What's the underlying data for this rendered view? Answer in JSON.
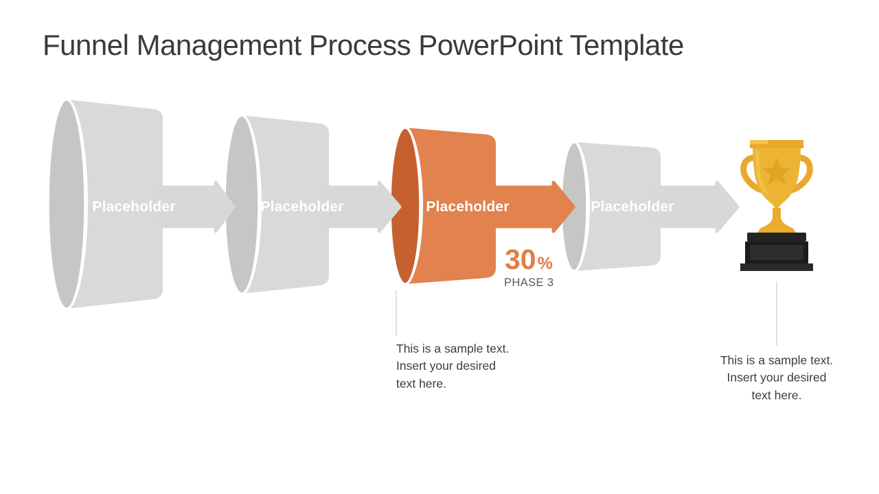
{
  "slide": {
    "title": "Funnel Management Process PowerPoint Template",
    "background_color": "#FFFFFF",
    "title_color": "#3A3A3A"
  },
  "funnel": {
    "stages": [
      {
        "label": "Placeholder",
        "body_color": "#D9D9D9",
        "cap_color": "#C6C6C6",
        "highlighted": false
      },
      {
        "label": "Placeholder",
        "body_color": "#D9D9D9",
        "cap_color": "#C6C6C6",
        "highlighted": false
      },
      {
        "label": "Placeholder",
        "body_color": "#E2824F",
        "cap_color": "#C7602F",
        "highlighted": true,
        "percent_value": "30",
        "percent_sign": "%",
        "phase_label": "PHASE 3"
      },
      {
        "label": "Placeholder",
        "body_color": "#D9D9D9",
        "cap_color": "#C6C6C6",
        "highlighted": false
      }
    ],
    "arrow_color": "#D8D8D8",
    "highlight_arrow_color": "#E2824F",
    "label_color": "#FFFFFF",
    "accent_color": "#E07F45",
    "phase_text_color": "#595959"
  },
  "notes": {
    "stage3": "This is a sample text.\nInsert your desired\ntext here.",
    "trophy": "This is a sample text.\nInsert your desired\ntext here.",
    "text_color": "#3D3D3D",
    "connector_color": "#CCCCCC"
  },
  "trophy": {
    "icon": "trophy-icon",
    "gold": "#EDB434",
    "gold_dark": "#E9A82C",
    "gold_light": "#F3C44C",
    "star_color": "#DFA525",
    "base_color": "#1C1C1C"
  }
}
